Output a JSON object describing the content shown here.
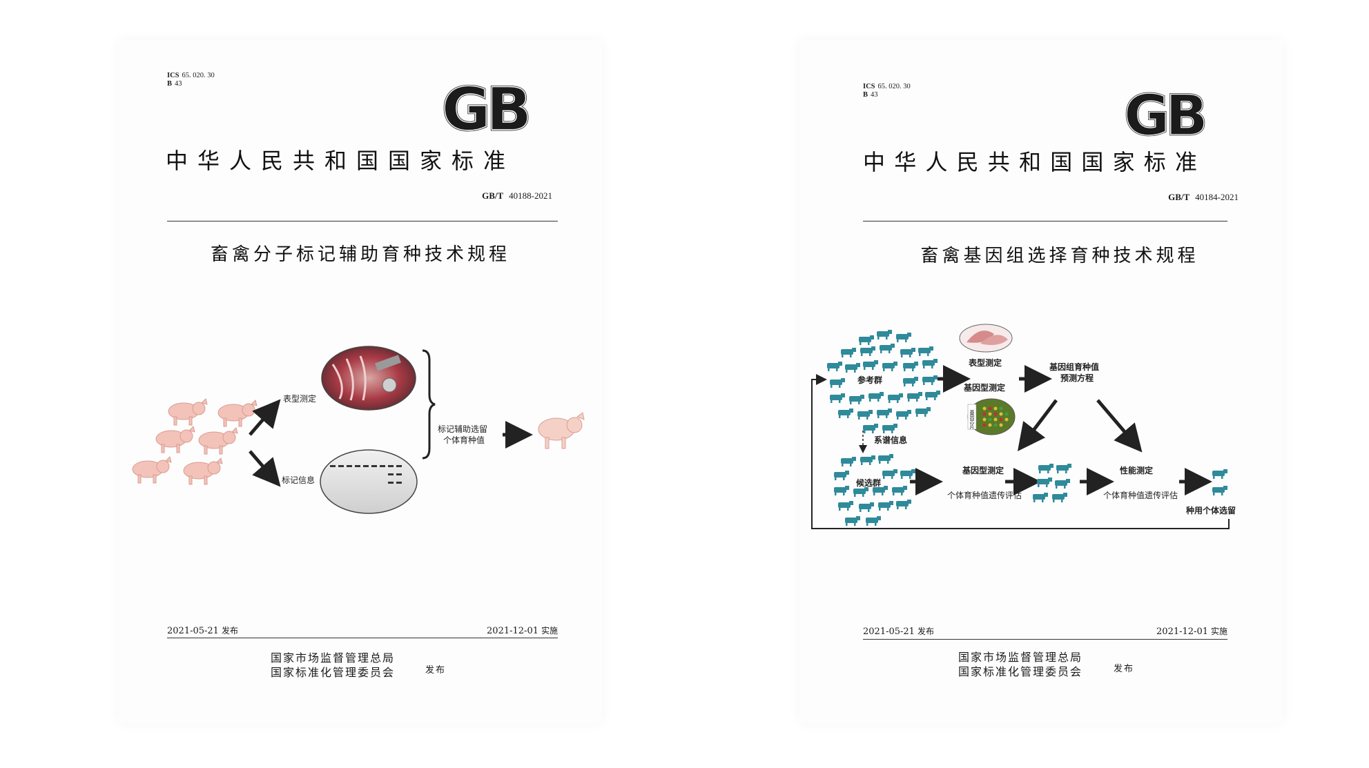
{
  "documents": [
    {
      "ics_label": "ICS",
      "ics_code": "65. 020. 30",
      "ccs_label": "B",
      "ccs_code": "43",
      "logo_text": "GB",
      "country_title": "中华人民共和国国家标准",
      "standard_prefix": "GB/T",
      "standard_number": "40188-2021",
      "title": "畜禽分子标记辅助育种技术规程",
      "diagram": {
        "phenotype_label": "表型测定",
        "marker_label": "标记信息",
        "result_label_line1": "标记辅助选留",
        "result_label_line2": "个体育种值"
      },
      "publish_date": "2021-05-21",
      "publish_text": "发布",
      "implement_date": "2021-12-01",
      "implement_text": "实施",
      "issuer_line1": "国家市场监督管理总局",
      "issuer_line2": "国家标准化管理委员会",
      "issuer_suffix": "发布"
    },
    {
      "ics_label": "ICS",
      "ics_code": "65. 020. 30",
      "ccs_label": "B",
      "ccs_code": "43",
      "logo_text": "GB",
      "country_title": "中华人民共和国国家标准",
      "standard_prefix": "GB/T",
      "standard_number": "40184-2021",
      "title": "畜禽基因组选择育种技术规程",
      "diagram": {
        "reference_label": "参考群",
        "phenotype_label": "表型测定",
        "genotype_label": "基因型测定",
        "chip_label": "基因芯片",
        "equation_line1": "基因组育种值",
        "equation_line2": "预测方程",
        "pedigree_label": "系谱信息",
        "candidate_label": "候选群",
        "genotype_label2": "基因型测定",
        "ebv_label": "个体育种值遗传评估",
        "performance_label": "性能测定",
        "ebv_label2": "个体育种值遗传评估",
        "selection_label": "种用个体选留"
      },
      "publish_date": "2021-05-21",
      "publish_text": "发布",
      "implement_date": "2021-12-01",
      "implement_text": "实施",
      "issuer_line1": "国家市场监督管理总局",
      "issuer_line2": "国家标准化管理委员会",
      "issuer_suffix": "发布"
    }
  ],
  "colors": {
    "pig": "#f3c2b8",
    "livestock": "#2f8a9a",
    "arrow": "#222222"
  }
}
